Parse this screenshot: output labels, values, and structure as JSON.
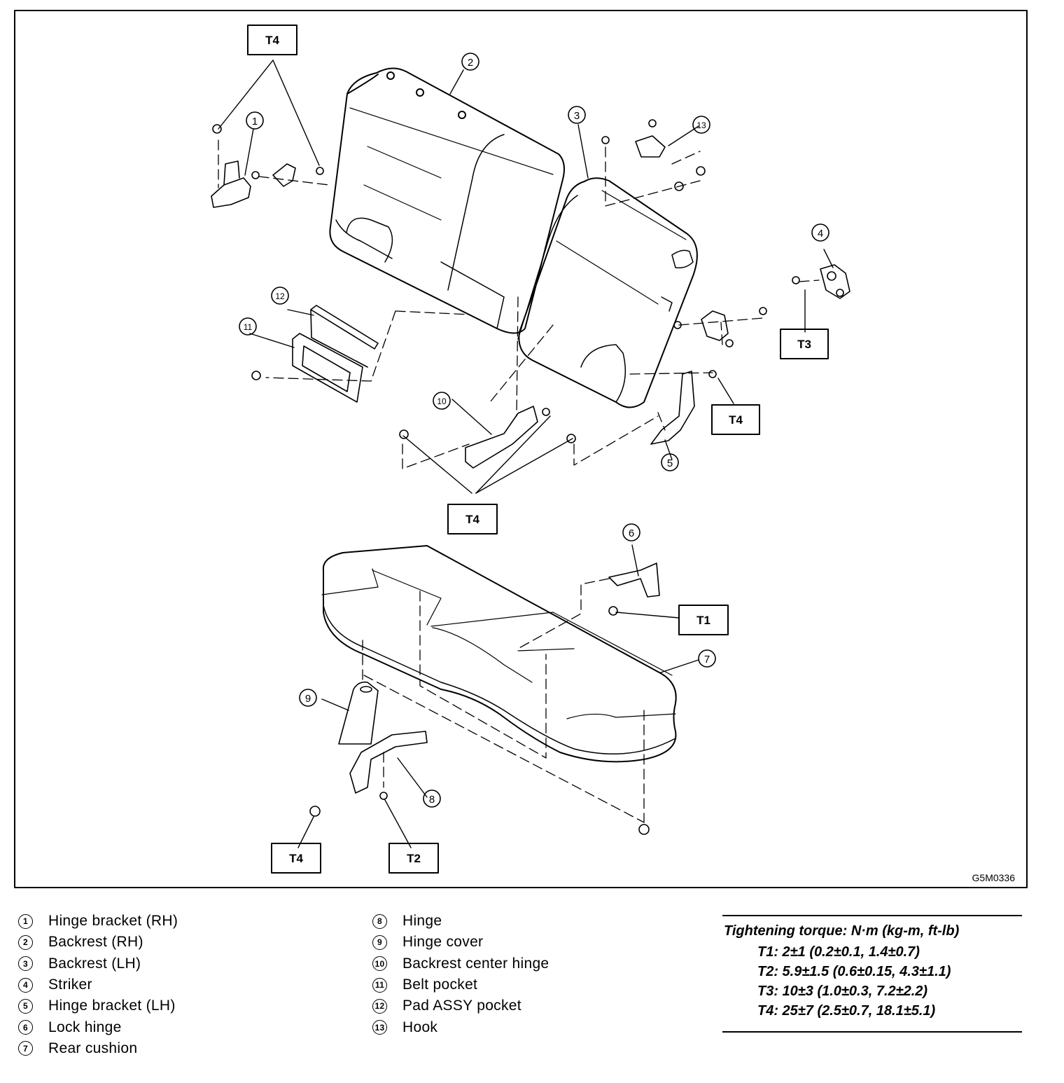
{
  "diagram": {
    "code": "G5M0336",
    "callouts": [
      "1",
      "2",
      "3",
      "4",
      "5",
      "6",
      "7",
      "8",
      "9",
      "10",
      "11",
      "12",
      "13"
    ],
    "torque_labels": {
      "t1": "T1",
      "t2": "T2",
      "t3": "T3",
      "t4": "T4"
    }
  },
  "legend": {
    "left": [
      {
        "num": "1",
        "text": "Hinge bracket (RH)"
      },
      {
        "num": "2",
        "text": "Backrest (RH)"
      },
      {
        "num": "3",
        "text": "Backrest (LH)"
      },
      {
        "num": "4",
        "text": "Striker"
      },
      {
        "num": "5",
        "text": "Hinge bracket (LH)"
      },
      {
        "num": "6",
        "text": "Lock hinge"
      },
      {
        "num": "7",
        "text": "Rear cushion"
      }
    ],
    "right": [
      {
        "num": "8",
        "text": "Hinge"
      },
      {
        "num": "9",
        "text": "Hinge cover"
      },
      {
        "num": "10",
        "text": "Backrest center hinge"
      },
      {
        "num": "11",
        "text": "Belt pocket"
      },
      {
        "num": "12",
        "text": "Pad ASSY pocket"
      },
      {
        "num": "13",
        "text": "Hook"
      }
    ]
  },
  "torque": {
    "title": "Tightening torque: N·m (kg-m, ft-lb)",
    "rows": [
      "T1: 2±1 (0.2±0.1, 1.4±0.7)",
      "T2: 5.9±1.5 (0.6±0.15, 4.3±1.1)",
      "T3: 10±3 (1.0±0.3, 7.2±2.2)",
      "T4: 25±7 (2.5±0.7, 18.1±5.1)"
    ]
  }
}
